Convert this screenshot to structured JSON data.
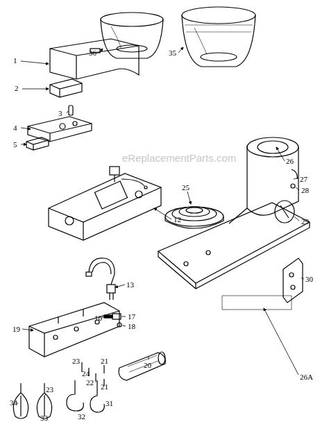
{
  "diagram": {
    "labels": [
      "1",
      "2",
      "3",
      "4",
      "5",
      "36",
      "35",
      "12",
      "eReplacementParts.com",
      "13",
      "25",
      "26",
      "27",
      "28",
      "29",
      "16",
      "17",
      "18",
      "19",
      "20",
      "23",
      "24",
      "22",
      "21",
      "21",
      "30",
      "26A",
      "34",
      "23",
      "33",
      "32",
      "31"
    ]
  }
}
